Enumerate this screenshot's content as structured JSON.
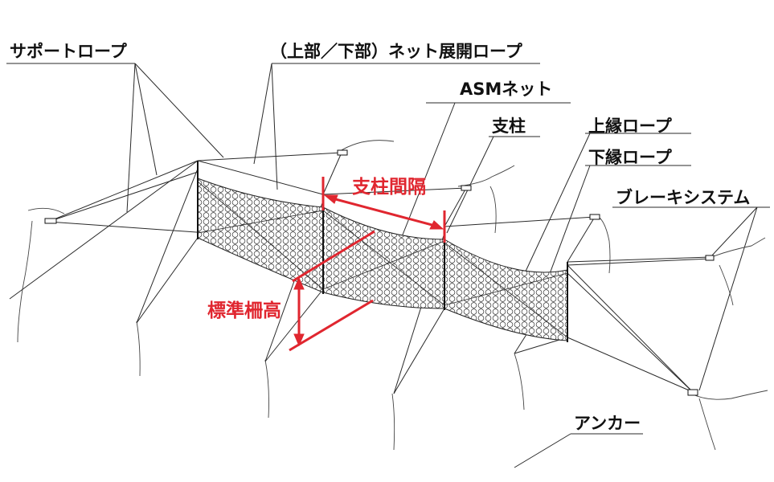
{
  "labels": {
    "support_rope": "サポートロープ",
    "net_deploy_rope": "（上部／下部）ネット展開ロープ",
    "asm_net": "ASMネット",
    "post": "支柱",
    "upper_edge_rope": "上縁ロープ",
    "lower_edge_rope": "下縁ロープ",
    "brake_system": "ブレーキシステム",
    "anchor": "アンカー",
    "post_spacing": "支柱間隔",
    "standard_fence_height": "標準柵高"
  },
  "colors": {
    "line": "#2a2a2a",
    "dimension": "#e0262f",
    "net_fill": "#d8d8d8"
  }
}
